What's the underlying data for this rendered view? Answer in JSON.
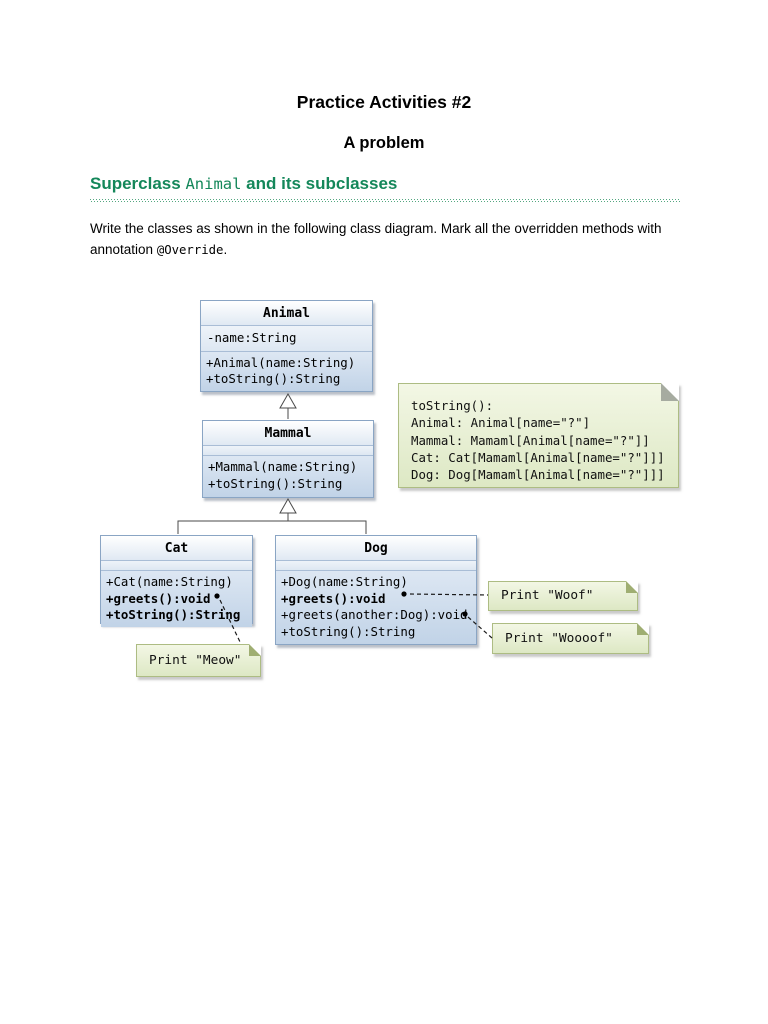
{
  "page": {
    "title": "Practice Activities #2",
    "subtitle": "A problem",
    "section_heading": {
      "prefix": "Superclass ",
      "code": "Animal",
      "suffix": " and its subclasses"
    },
    "intro": {
      "text_before": "Write the classes as shown in the following class diagram. Mark all the overridden methods with annotation ",
      "code": "@Override",
      "text_after": "."
    }
  },
  "diagram": {
    "classes": [
      {
        "name": "Animal",
        "attributes": [
          "-name:String"
        ],
        "methods": [
          {
            "text": "+Animal(name:String)",
            "bold": false
          },
          {
            "text": "+toString():String",
            "bold": false
          }
        ]
      },
      {
        "name": "Mammal",
        "attributes": [],
        "methods": [
          {
            "text": "+Mammal(name:String)",
            "bold": false
          },
          {
            "text": "+toString():String",
            "bold": false
          }
        ]
      },
      {
        "name": "Cat",
        "attributes": [],
        "methods": [
          {
            "text": "+Cat(name:String)",
            "bold": false
          },
          {
            "text": "+greets():void",
            "bold": true
          },
          {
            "text": "+toString():String",
            "bold": true
          }
        ]
      },
      {
        "name": "Dog",
        "attributes": [],
        "methods": [
          {
            "text": "+Dog(name:String)",
            "bold": false
          },
          {
            "text": "+greets():void",
            "bold": true
          },
          {
            "text": "+greets(another:Dog):void",
            "bold": false
          },
          {
            "text": "+toString():String",
            "bold": false
          }
        ]
      }
    ],
    "notes": {
      "tostring": {
        "lines": [
          "toString():",
          "Animal: Animal[name=\"?\"]",
          "Mammal: Mamaml[Animal[name=\"?\"]]",
          "Cat: Cat[Mamaml[Animal[name=\"?\"]]]",
          "Dog: Dog[Mamaml[Animal[name=\"?\"]]]"
        ]
      },
      "woof": {
        "text": "Print \"Woof\""
      },
      "wooof": {
        "text": "Print \"Woooof\""
      },
      "meow": {
        "text": "Print \"Meow\""
      }
    },
    "colors": {
      "heading_green": "#14875a",
      "class_border": "#8aa5c4",
      "class_header": "#e0e9f3",
      "class_body": "#c1d3e7",
      "note_bg": "#e8efd2",
      "note_border": "#adbc83"
    }
  }
}
